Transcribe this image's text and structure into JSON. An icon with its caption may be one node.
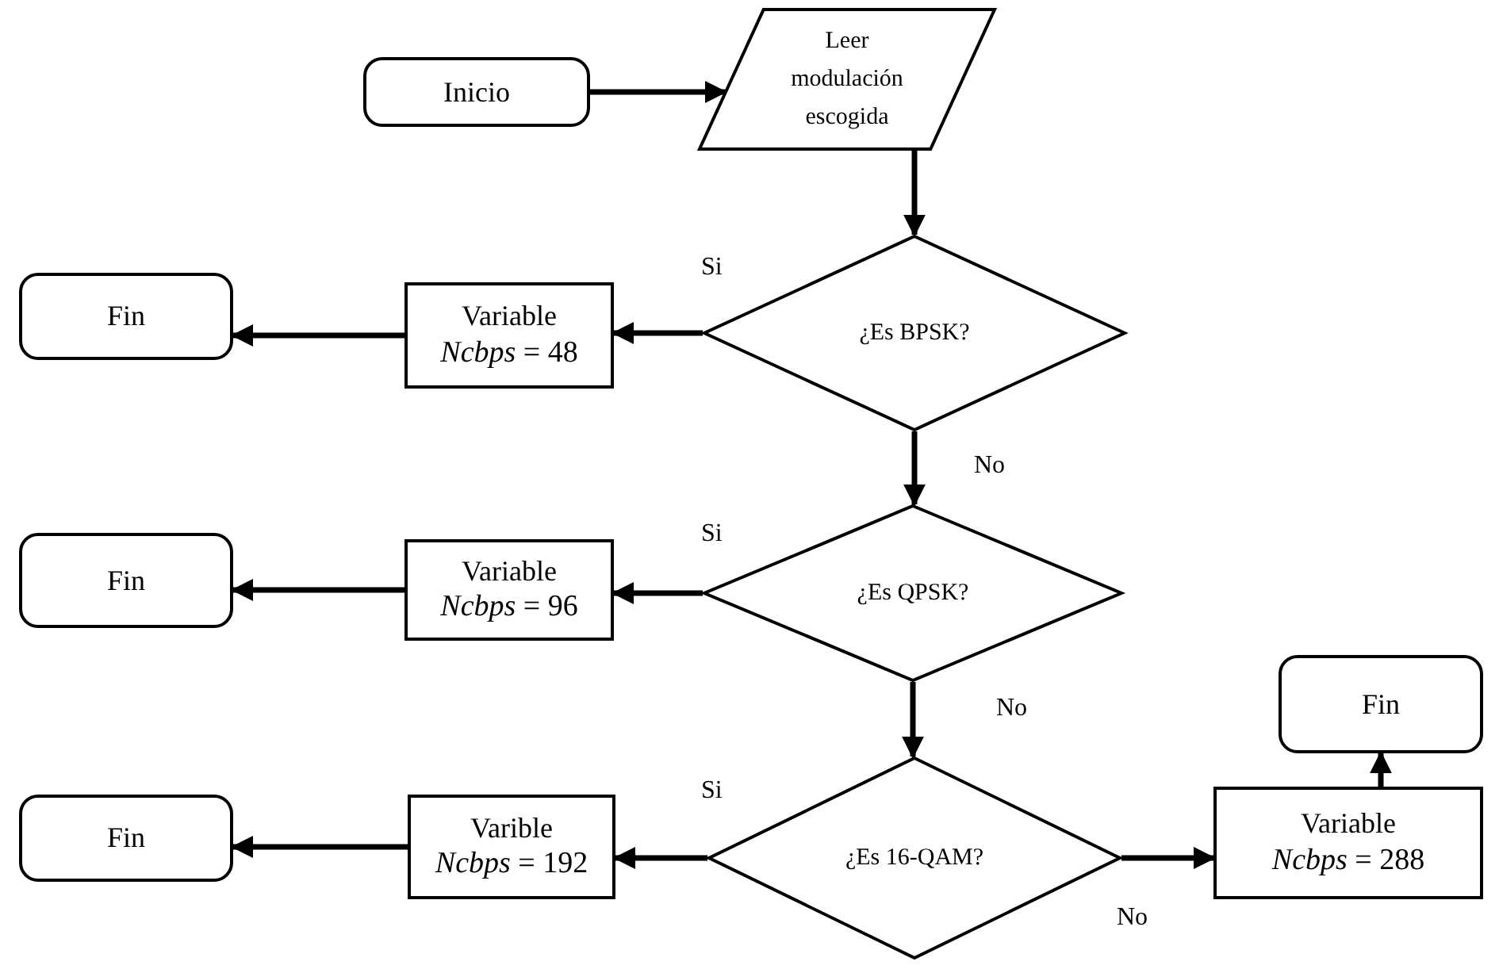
{
  "diagram": {
    "nodes": [
      {
        "text": [
          "Inicio"
        ]
      },
      {
        "text": [
          "Leer modulación escogida"
        ]
      },
      {
        "text": [
          "¿Es BPSK?"
        ]
      },
      {
        "text": [
          "Variable",
          "*Ncbps* = 48"
        ]
      },
      {
        "text": [
          "Fin"
        ]
      },
      {
        "text": [
          "¿Es QPSK?"
        ]
      },
      {
        "text": [
          "Variable",
          "*Ncbps* = 96"
        ]
      },
      {
        "text": [
          "Fin"
        ]
      },
      {
        "text": [
          "¿Es 16-QAM?"
        ]
      },
      {
        "text": [
          "Varible",
          "*Ncbps* = 192"
        ]
      },
      {
        "text": [
          "Fin"
        ]
      },
      {
        "text": [
          "Variable",
          "*Ncbps* = 288"
        ]
      },
      {
        "text": [
          "Fin"
        ]
      }
    ],
    "edges": [
      {
        "from": 0,
        "to": 1,
        "arrow": "to"
      },
      {
        "from": 1,
        "to": 2,
        "arrow": "to"
      },
      {
        "from": 2,
        "to": 3,
        "arrow": "to",
        "label": "Si"
      },
      {
        "from": 3,
        "to": 4,
        "arrow": "to"
      },
      {
        "from": 2,
        "to": 5,
        "arrow": "to",
        "label": "No"
      },
      {
        "from": 5,
        "to": 6,
        "arrow": "to",
        "label": "Si"
      },
      {
        "from": 6,
        "to": 7,
        "arrow": "to"
      },
      {
        "from": 5,
        "to": 8,
        "arrow": "to",
        "label": "No"
      },
      {
        "from": 8,
        "to": 9,
        "arrow": "to",
        "label": "Si"
      },
      {
        "from": 9,
        "to": 10,
        "arrow": "to"
      },
      {
        "from": 8,
        "to": 11,
        "arrow": "to",
        "label": "No"
      },
      {
        "from": 11,
        "to": 12,
        "arrow": "to"
      }
    ]
  }
}
